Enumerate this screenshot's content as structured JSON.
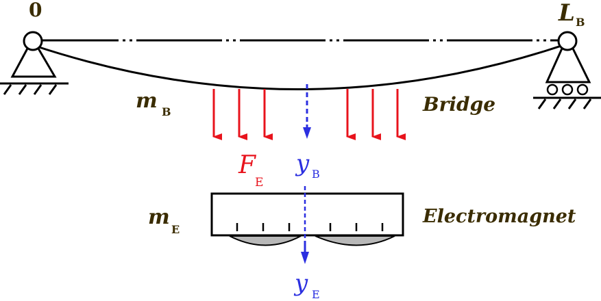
{
  "labels": {
    "origin": "0",
    "length_main": "L",
    "length_sub": "B",
    "bridge_mass_main": "m",
    "bridge_mass_sub": "B",
    "bridge": "Bridge",
    "force_main": "F",
    "force_sub": "E",
    "bridge_disp_main": "y",
    "bridge_disp_sub": "B",
    "magnet_mass_main": "m",
    "magnet_mass_sub": "E",
    "electromagnet": "Electromagnet",
    "magnet_disp_main": "y",
    "magnet_disp_sub": "E"
  },
  "colors": {
    "ink": "#000000",
    "label_gold": "#3a2c00",
    "force": "#e8131c",
    "displacement": "#2b2fe0",
    "coil_fill": "#b8b8b8"
  }
}
